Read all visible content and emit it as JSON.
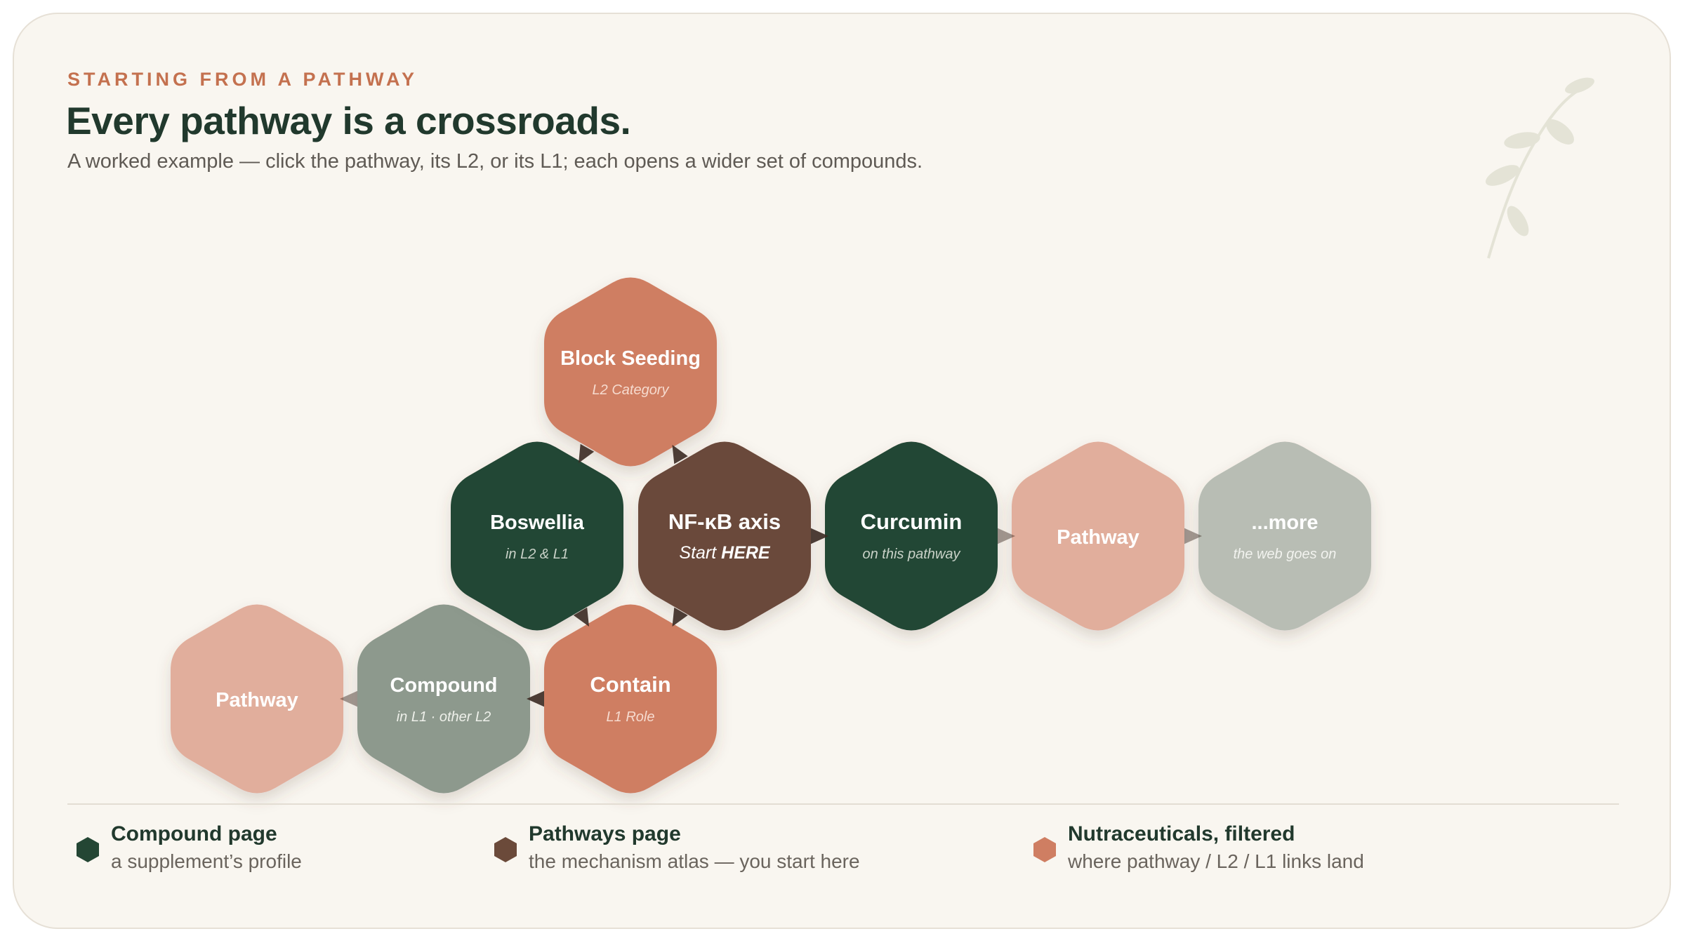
{
  "header": {
    "eyebrow": "STARTING FROM A PATHWAY",
    "title": "Every pathway is a crossroads.",
    "subtitle": "A worked example — click the pathway, its L2, or its L1; each opens a wider set of compounds."
  },
  "colors": {
    "background": "#f9f6f0",
    "compound": "#244634",
    "pathway_center": "#6b4a3a",
    "nutraceutical": "#cf7e62",
    "pathway_light": "#e1ae9c",
    "compound_muted": "#8d998d",
    "more": "#b8bdb4",
    "arrow": "#3b2a22"
  },
  "diagram": {
    "nodes": [
      {
        "id": "block-seeding",
        "label": "Block Seeding",
        "sublabel": "L2 Category",
        "kind": "nutraceutical"
      },
      {
        "id": "boswellia",
        "label": "Boswellia",
        "sublabel": "in L2 & L1",
        "kind": "compound"
      },
      {
        "id": "nfkb",
        "label": "NF-κB axis",
        "sublabel_prefix": "Start ",
        "sublabel_emphasis": "HERE",
        "kind": "pathway_center"
      },
      {
        "id": "curcumin",
        "label": "Curcumin",
        "sublabel": "on this pathway",
        "kind": "compound"
      },
      {
        "id": "pathway-right",
        "label": "Pathway",
        "sublabel": "",
        "kind": "pathway_light"
      },
      {
        "id": "more",
        "label": "...more",
        "sublabel": "the web goes on",
        "kind": "more"
      },
      {
        "id": "contain",
        "label": "Contain",
        "sublabel": "L1 Role",
        "kind": "nutraceutical"
      },
      {
        "id": "compound-muted",
        "label": "Compound",
        "sublabel": "in L1 · other L2",
        "kind": "compound_muted"
      },
      {
        "id": "pathway-left",
        "label": "Pathway",
        "sublabel": "",
        "kind": "pathway_light"
      }
    ],
    "links": [
      {
        "from": "block-seeding",
        "to": "boswellia"
      },
      {
        "from": "nfkb",
        "to": "block-seeding"
      },
      {
        "from": "nfkb",
        "to": "curcumin"
      },
      {
        "from": "curcumin",
        "to": "pathway-right"
      },
      {
        "from": "pathway-right",
        "to": "more"
      },
      {
        "from": "boswellia",
        "to": "contain"
      },
      {
        "from": "nfkb",
        "to": "contain"
      },
      {
        "from": "contain",
        "to": "compound-muted"
      },
      {
        "from": "compound-muted",
        "to": "pathway-left"
      }
    ]
  },
  "legend": [
    {
      "title": "Compound page",
      "subtitle": "a supplement’s profile",
      "color": "#244634"
    },
    {
      "title": "Pathways page",
      "subtitle": "the mechanism atlas — you start here",
      "color": "#6b4a3a"
    },
    {
      "title": "Nutraceuticals, filtered",
      "subtitle": "where pathway / L2 / L1 links land",
      "color": "#cf7e62"
    }
  ]
}
